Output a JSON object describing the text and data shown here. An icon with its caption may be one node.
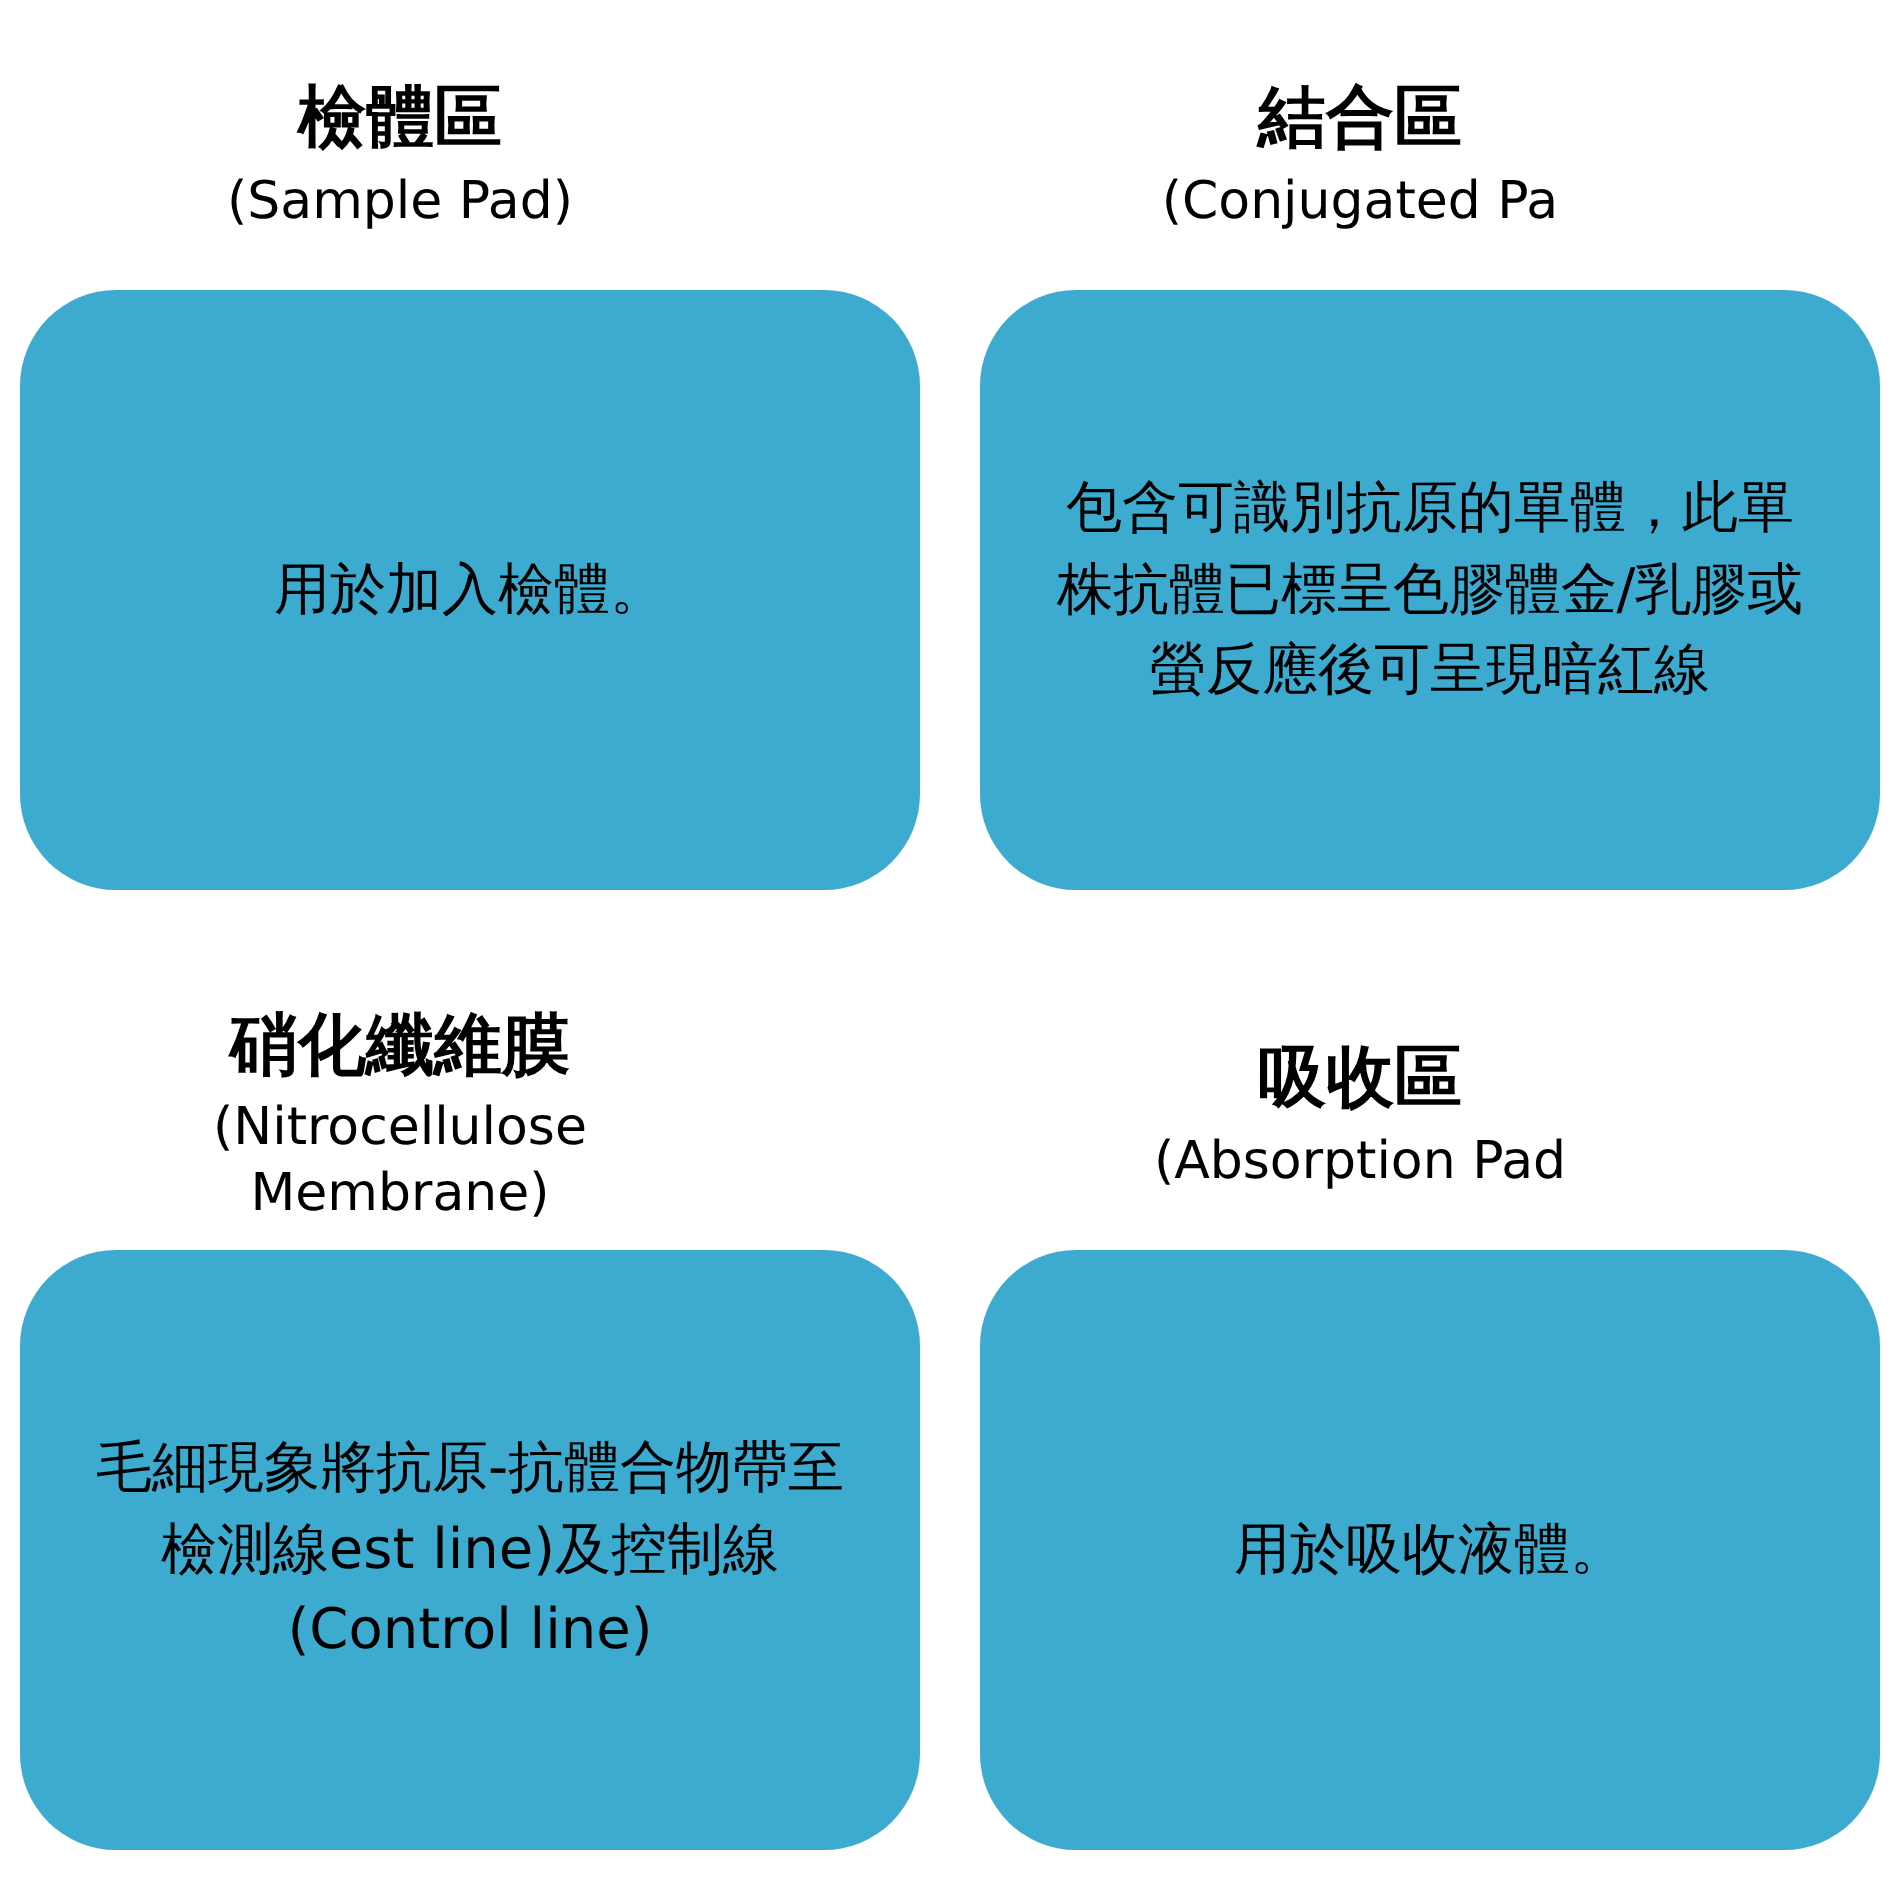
{
  "diagram": {
    "nodes": [
      {
        "text": [
          "檢體區",
          "(Sample Pad)"
        ]
      },
      {
        "text": [
          "用於加入檢體。"
        ]
      },
      {
        "text": [
          "結合區",
          "(Conjugated Pa"
        ]
      },
      {
        "text": [
          "包含可識別抗原的單體，此單株抗體已標呈色膠體金/乳膠或螢反應後可呈現暗紅線"
        ]
      },
      {
        "text": [
          "硝化纖維膜",
          "(Nitrocellulose Membrane)"
        ]
      },
      {
        "text": [
          "毛細現象將抗原-抗體合物帶至檢測線est line)及控制線(Control line)"
        ]
      },
      {
        "text": [
          "吸收區",
          "(Absorption Pad"
        ]
      },
      {
        "text": [
          "用於吸收液體。"
        ]
      }
    ]
  }
}
